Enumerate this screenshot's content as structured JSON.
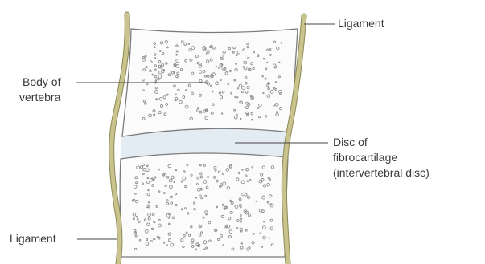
{
  "labels": {
    "ligament_top": "Ligament",
    "body_line1": "Body of",
    "body_line2": "vertebra",
    "disc_line1": "Disc of",
    "disc_line2": "fibrocartilage",
    "disc_line3": "(intervertebral disc)",
    "ligament_bottom": "Ligament"
  },
  "colors": {
    "ligament": "#c9c48e",
    "ligament_edge": "#8e8a55",
    "bone_outline": "#7a7a7a",
    "bone_dots": "#8f8f8f",
    "disc_fill": "#e4ecf3",
    "leader": "#444444",
    "text": "#3a3a3a"
  }
}
